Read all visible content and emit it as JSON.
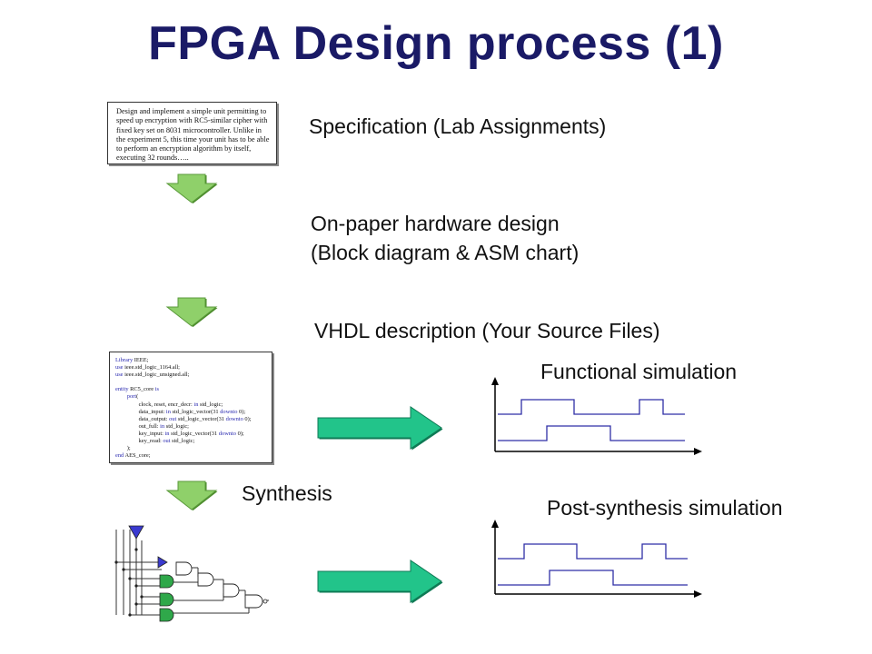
{
  "title": "FPGA Design process (1)",
  "labels": {
    "specification": "Specification (Lab Assignments)",
    "onpaper_line1": "On-paper hardware design",
    "onpaper_line2": "(Block diagram & ASM chart)",
    "vhdl": "VHDL description (Your Source Files)",
    "functional_sim": "Functional simulation",
    "synthesis": "Synthesis",
    "post_synthesis_sim": "Post-synthesis simulation"
  },
  "spec_box_text": "Design and implement a simple unit permitting to speed up encryption with RC5-similar cipher with fixed key set on 8031 microcontroller. Unlike in the experiment 5, this time your unit has to be able to perform an encryption algorithm by itself, executing 32 rounds…..",
  "vhdl_code": [
    "Library IEEE;",
    "use ieee.std_logic_1164.all;",
    "use ieee.std_logic_unsigned.all;",
    "",
    "entity RC5_core is",
    "        port(",
    "                clock, reset, encr_decr: in std_logic;",
    "                data_input: in std_logic_vector(31 downto 0);",
    "                data_output: out std_logic_vector(31 downto 0);",
    "                out_full: in std_logic;",
    "                key_input: in std_logic_vector(31 downto 0);",
    "                key_read: out std_logic;",
    "        );",
    "end AES_core;"
  ],
  "colors": {
    "title": "#1a1a66",
    "down_arrow_fill": "#8fd06a",
    "down_arrow_shade": "#4a8a2a",
    "right_arrow_fill": "#22c48a",
    "right_arrow_edge": "#0f7a55",
    "waveform": "#2f2fa6",
    "axes": "#000000"
  },
  "icons": [
    "down-arrow-icon",
    "right-arrow-icon",
    "waveform-plot",
    "gate-schematic"
  ]
}
